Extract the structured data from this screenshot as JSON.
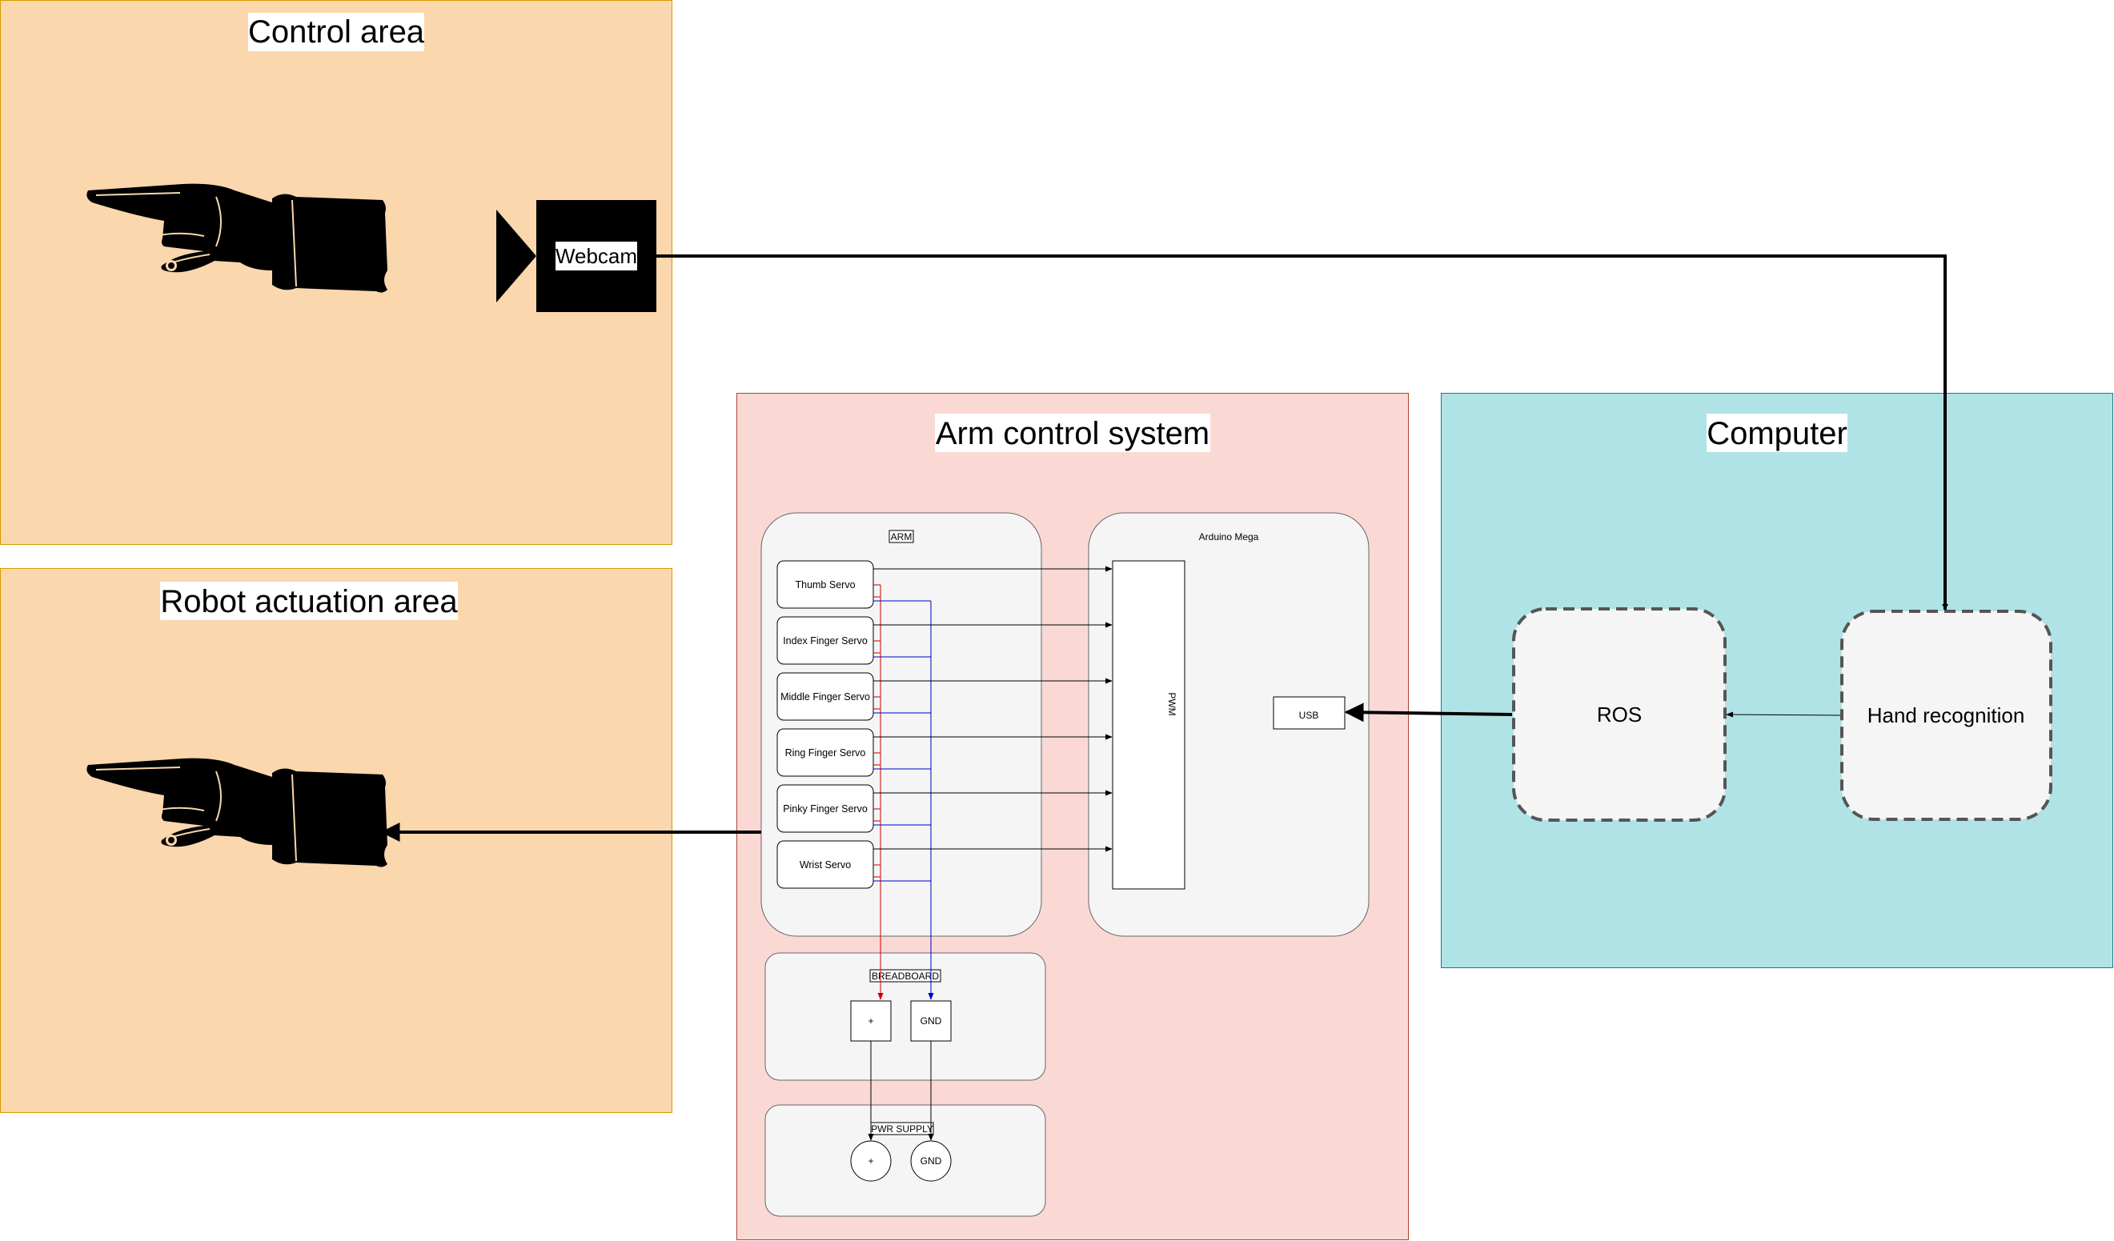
{
  "areas": {
    "control": "Control area",
    "robot": "Robot actuation area",
    "arm_system": "Arm control system",
    "computer": "Computer"
  },
  "webcam_label": "Webcam",
  "arm": {
    "title": "ARM",
    "servos": [
      "Thumb Servo",
      "Index Finger Servo",
      "Middle Finger Servo",
      "Ring Finger Servo",
      "Pinky Finger Servo",
      "Wrist Servo"
    ]
  },
  "arduino": {
    "title": "Arduino Mega",
    "pwm": "PWM",
    "usb": "USB"
  },
  "breadboard": {
    "title": "BREADBOARD",
    "plus": "+",
    "gnd": "GND"
  },
  "power_supply": {
    "title": "PWR SUPPLY",
    "plus": "+",
    "gnd": "GND"
  },
  "computer": {
    "ros": "ROS",
    "hand_recognition": "Hand recognition"
  },
  "colors": {
    "control_fill": "#fad7ac",
    "control_stroke": "#d79b00",
    "arm_fill": "#fad9d5",
    "arm_stroke": "#ae4132",
    "computer_fill": "#b0e3e6",
    "computer_stroke": "#0e8088",
    "panel_fill": "#f5f5f5",
    "positive_wire": "#cc0000",
    "ground_wire": "#0000cc"
  }
}
